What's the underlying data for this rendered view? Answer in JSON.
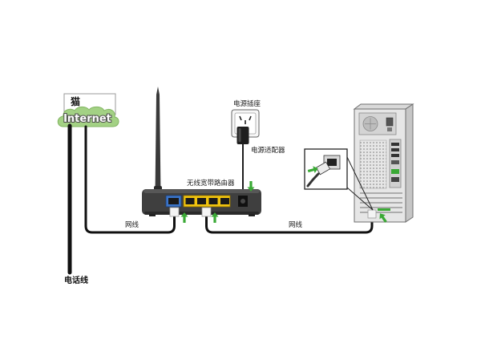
{
  "modem": {
    "label": "猫",
    "cloud_label": "Internet"
  },
  "phone_line": {
    "label": "电话线"
  },
  "cables": [
    {
      "label": "网线"
    },
    {
      "label": "网线"
    }
  ],
  "router": {
    "label": "无线宽带路由器"
  },
  "power_socket": {
    "label": "电源插座"
  },
  "power_adapter": {
    "label": "电源适配器"
  },
  "colors": {
    "cloud": "#a3d184",
    "wan_port": "#3b74c8",
    "lan_ports": "#f1c40f",
    "arrow": "#3aa935"
  }
}
